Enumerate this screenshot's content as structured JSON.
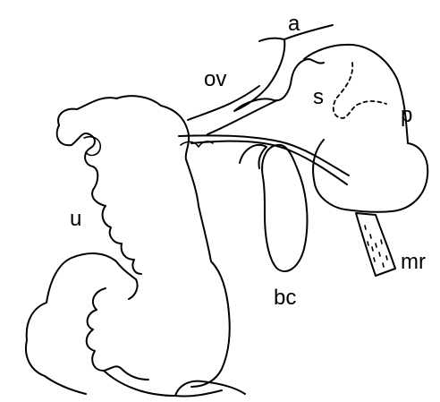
{
  "diagram": {
    "labels": {
      "a": "a",
      "ov": "ov",
      "s": "s",
      "p": "p",
      "u": "u",
      "bc": "bc",
      "mr": "mr"
    },
    "colors": {
      "stroke": "#000000",
      "background": "#ffffff"
    }
  }
}
